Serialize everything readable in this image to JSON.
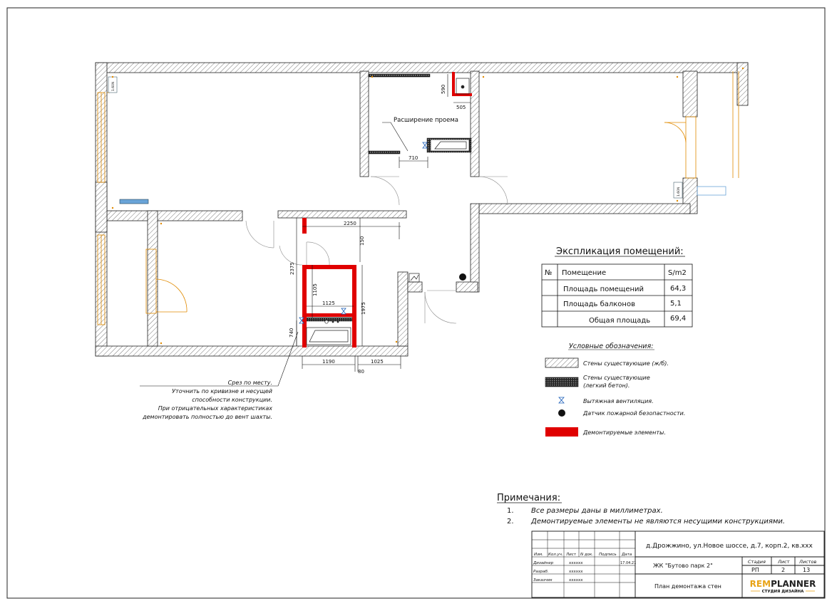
{
  "dimensions": {
    "d590": "590",
    "d505": "505",
    "d710": "710",
    "d2250": "2250",
    "d150": "150",
    "d2375": "2375",
    "d1105": "1105",
    "d1125": "1125",
    "d1975": "1975",
    "d740": "740",
    "d1190": "1190",
    "d1025": "1025",
    "d80": "80"
  },
  "plan_labels": {
    "opening_expansion": "Расширение проема",
    "radiator_left": "1.60N",
    "radiator_right": "1.60N"
  },
  "cut_note": {
    "line1": "Срез по месту.",
    "line2": "Уточнить по кривизне и несущей",
    "line3": "способности конструкции.",
    "line4": "При отрицательных характеристиках",
    "line5": "демонтировать полностью до вент шахты."
  },
  "explication": {
    "title": "Экспликация помещений:",
    "headers": {
      "num": "№",
      "room": "Помещение",
      "area": "S/m2"
    },
    "rows": [
      {
        "label": "Площадь помещений",
        "value": "64,3"
      },
      {
        "label": "Площадь балконов",
        "value": "5,1"
      },
      {
        "label": "Общая площадь",
        "value": "69,4"
      }
    ]
  },
  "legend": {
    "title": "Условные обозначения:",
    "existing_rc": "Стены существующие (ж/б).",
    "existing_light_1": "Стены существующие",
    "existing_light_2": "(легкий бетон).",
    "ventilation": "Вытяжная вентиляция.",
    "fire_sensor": "Датчик пожарной безопастности.",
    "demolished": "Демонтируемые элементы.",
    "demolish_color": "#e00000"
  },
  "notes": {
    "title": "Примечания:",
    "items": [
      {
        "num": "1.",
        "text": "Все размеры даны в миллиметрах."
      },
      {
        "num": "2.",
        "text": "Демонтируемые элементы не являются несущими конструкциями."
      }
    ]
  },
  "stamp": {
    "address": "д.Дрожжино, ул.Новое шоссе, д.7, корп.2, кв.xxx",
    "complex": "ЖК \"Бутово парк 2\"",
    "sheet_title": "План демонтажа стен",
    "cols": {
      "izm": "Изм.",
      "kol": "Кол.уч.",
      "list": "Лист",
      "ndok": "N док.",
      "podpis": "Подпись",
      "data": "Дата"
    },
    "roles": [
      {
        "role": "Дизайнер",
        "name": "xxxxxx",
        "date": "17.04.21"
      },
      {
        "role": "Разраб.",
        "name": "xxxxxx",
        "date": ""
      },
      {
        "role": "Заказчик",
        "name": "xxxxxx",
        "date": ""
      }
    ],
    "stage_label": "Стадия",
    "stage_value": "РП",
    "sheet_label": "Лист",
    "sheet_value": "2",
    "sheets_label": "Листов",
    "sheets_value": "13",
    "logo_main": "REMPLANNER",
    "logo_sub": "СТУДИЯ ДИЗАЙНА",
    "logo_color": "#e8a317"
  }
}
